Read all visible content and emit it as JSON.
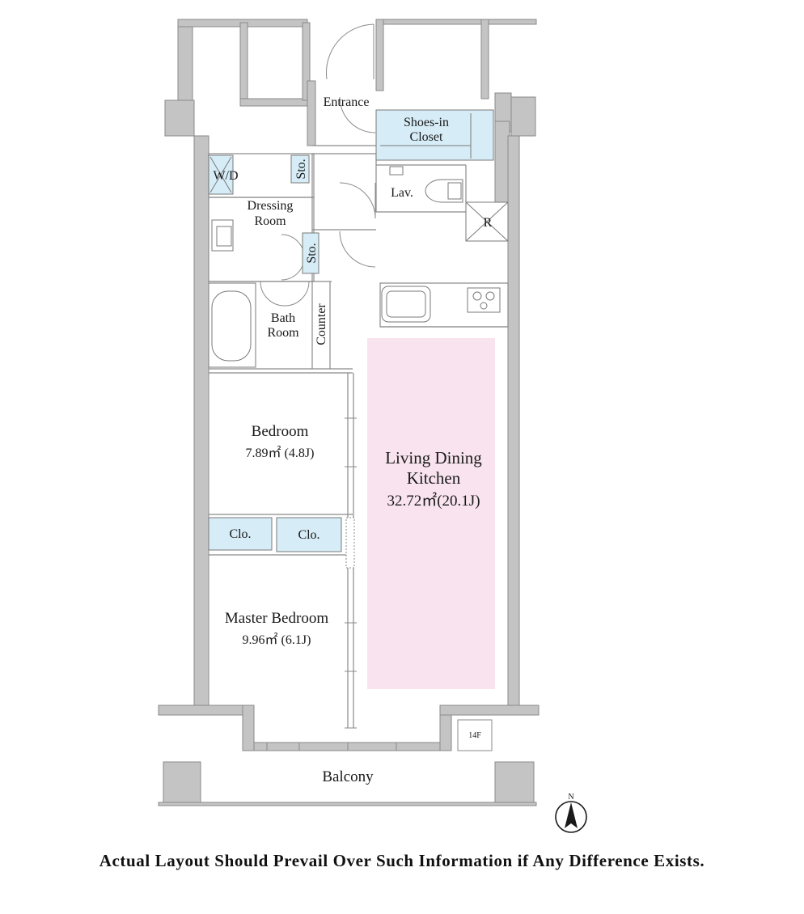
{
  "rooms": {
    "entrance": "Entrance",
    "shoes_closet_line1": "Shoes-in",
    "shoes_closet_line2": "Closet",
    "wd": "W/D",
    "storage_top": "Sto.",
    "dressing_line1": "Dressing",
    "dressing_line2": "Room",
    "storage_mid": "Sto.",
    "lavatory": "Lav.",
    "refrigerator": "R",
    "bath_line1": "Bath",
    "bath_line2": "Room",
    "counter": "Counter",
    "bedroom": {
      "name": "Bedroom",
      "area": "7.89㎡ (4.8J)"
    },
    "ldk": {
      "name_line1": "Living Dining",
      "name_line2": "Kitchen",
      "area": "32.72㎡(20.1J)"
    },
    "closet_left": "Clo.",
    "closet_right": "Clo.",
    "master_bedroom": {
      "name": "Master Bedroom",
      "area": "9.96㎡ (6.1J)"
    },
    "floor": "14F",
    "balcony": "Balcony"
  },
  "compass": {
    "label": "N"
  },
  "disclaimer": "Actual Layout Should Prevail Over Such Information if Any Difference Exists.",
  "colors": {
    "wall": "#c4c4c4",
    "wall_outline": "#8a8a8a",
    "storage_fill": "#d6ecf6",
    "ldk_fill": "#f8e3ee",
    "line": "#7a7a7a"
  }
}
